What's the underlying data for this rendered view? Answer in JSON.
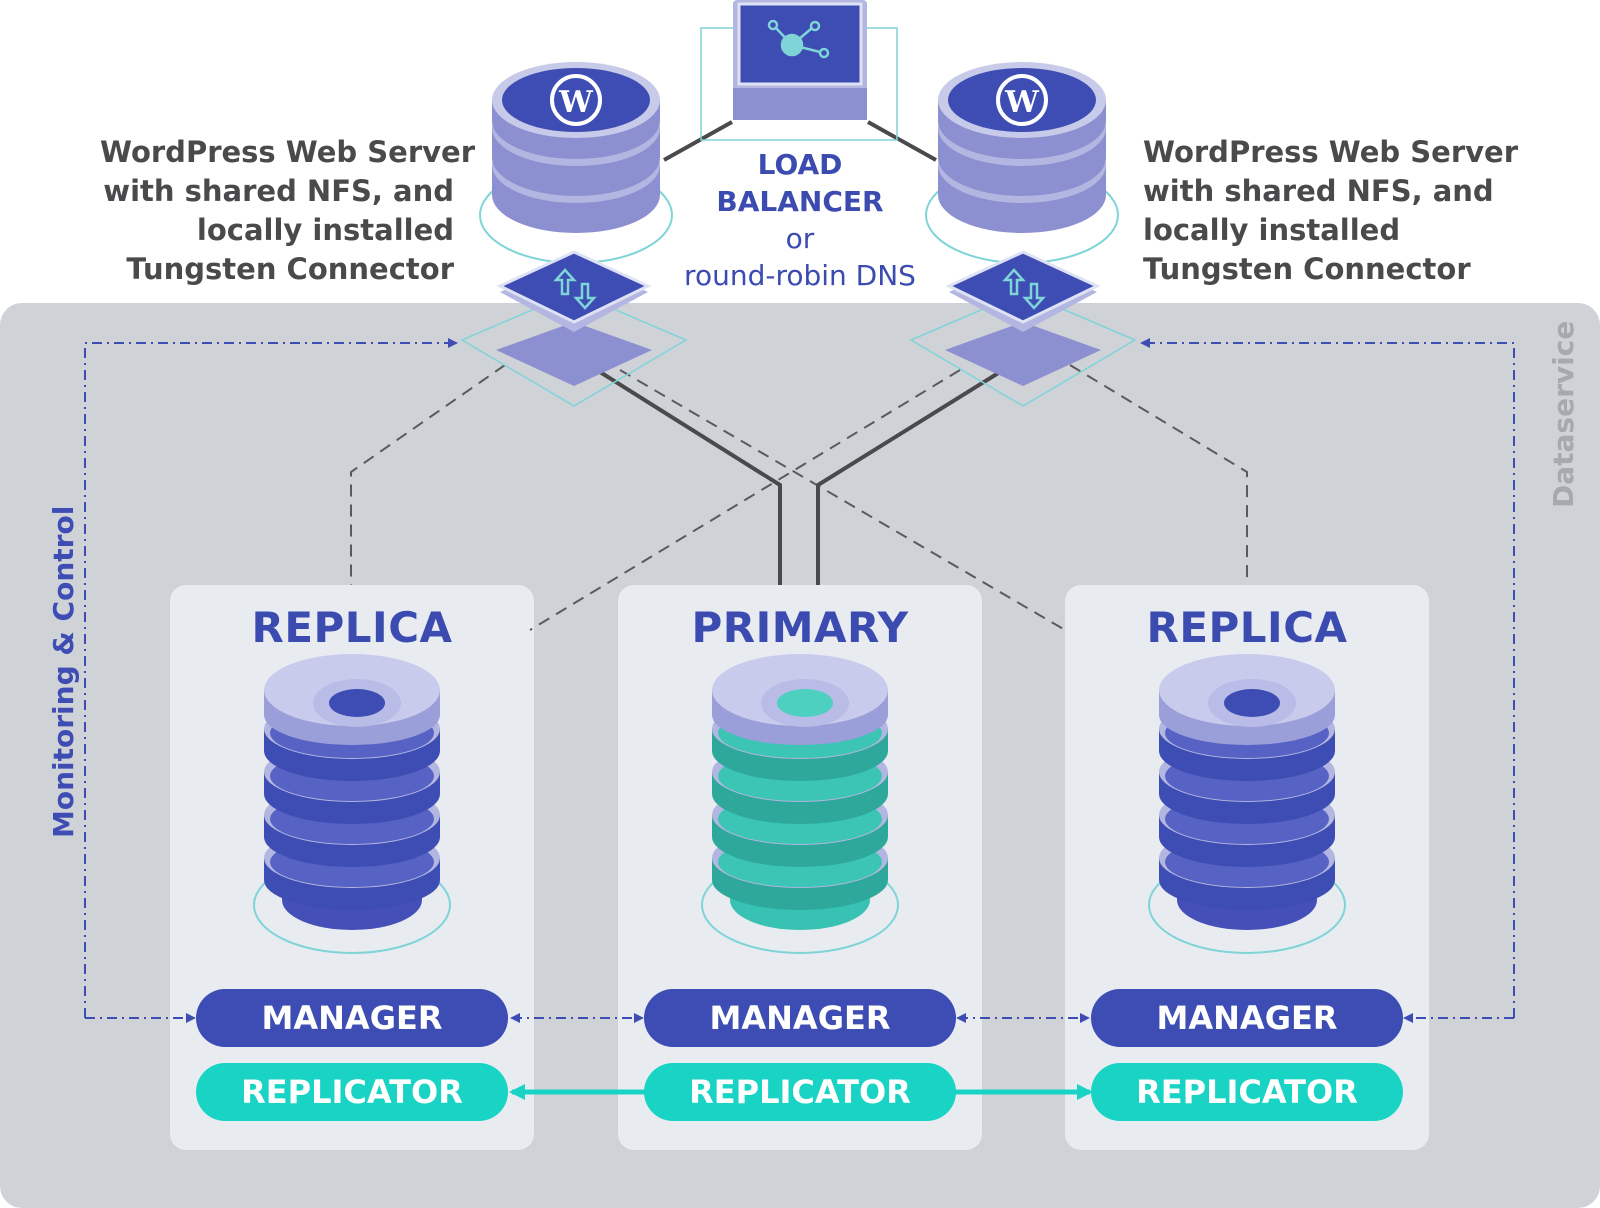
{
  "colors": {
    "primary_blue": "#3d4db3",
    "teal": "#19d3c5",
    "panel_grey": "#cfd3d8",
    "node_panel": "#e8ecf1",
    "text_dark": "#4a4a4c"
  },
  "load_balancer": {
    "line1": "LOAD",
    "line2": "BALANCER",
    "line3": "or",
    "line4": "round-robin DNS",
    "icon": "network-hub-icon"
  },
  "web_servers": [
    {
      "icon": "wordpress-icon",
      "lines": [
        "WordPress Web Server",
        "with shared NFS, and",
        "locally installed",
        "Tungsten Connector"
      ]
    },
    {
      "icon": "wordpress-icon",
      "lines": [
        "WordPress Web Server",
        "with shared NFS, and",
        "locally installed",
        "Tungsten Connector"
      ]
    }
  ],
  "connector_icon": "up-down-arrows-icon",
  "side_labels": {
    "monitoring": "Monitoring & Control",
    "dataservice": "Dataservice"
  },
  "nodes": [
    {
      "title": "REPLICA",
      "manager": "MANAGER",
      "replicator": "REPLICATOR",
      "icon": "database-icon"
    },
    {
      "title": "PRIMARY",
      "manager": "MANAGER",
      "replicator": "REPLICATOR",
      "icon": "database-icon"
    },
    {
      "title": "REPLICA",
      "manager": "MANAGER",
      "replicator": "REPLICATOR",
      "icon": "database-icon"
    }
  ]
}
